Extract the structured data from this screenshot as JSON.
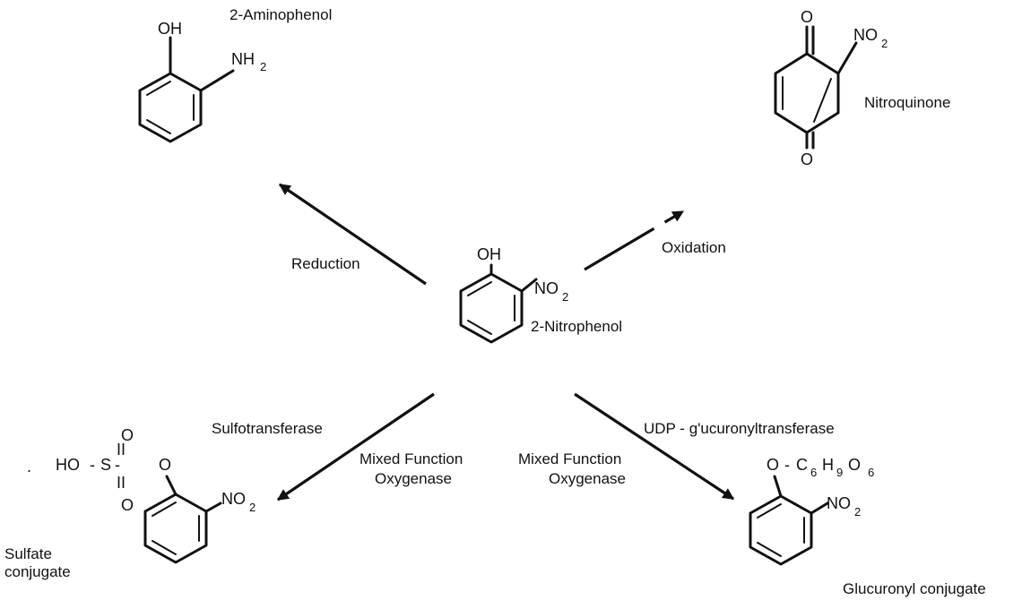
{
  "compounds": {
    "center": {
      "name": "2-Nitrophenol",
      "oh": "OH",
      "no": "NO",
      "no_sub": "2"
    },
    "top_left": {
      "name": "2-Aminophenol",
      "oh": "OH",
      "nh": "NH",
      "nh_sub": "2"
    },
    "top_right": {
      "name": "Nitroquinone",
      "o1": "O",
      "o2": "O",
      "no": "NO",
      "no_sub": "2"
    },
    "bottom_left": {
      "name_line1": "Sulfate",
      "name_line2": "conjugate",
      "ho": "HO",
      "s": "S",
      "o_top": "O",
      "o_bottom": "O",
      "o_link": "O",
      "eq_top": "II",
      "eq_bottom": "II",
      "dash1": "-",
      "dash2": "-",
      "no": "NO",
      "no_sub": "2",
      "dot": "."
    },
    "bottom_right": {
      "name": "Glucuronyl conjugate",
      "o": "O",
      "dash": "-",
      "c": "C",
      "c_sub": "6",
      "h": "H",
      "h_sub": "9",
      "o2": "O",
      "o2_sub": "6",
      "no": "NO",
      "no_sub": "2"
    }
  },
  "reactions": {
    "reduction": "Reduction",
    "oxidation": "Oxidation",
    "sulfotransferase": "Sulfotransferase",
    "mfo_left_line1": "Mixed Function",
    "mfo_left_line2": "Oxygenase",
    "mfo_right_line1": "Mixed Function",
    "mfo_right_line2": "Oxygenase",
    "udp": "UDP - g'ucuronyltransferase"
  }
}
